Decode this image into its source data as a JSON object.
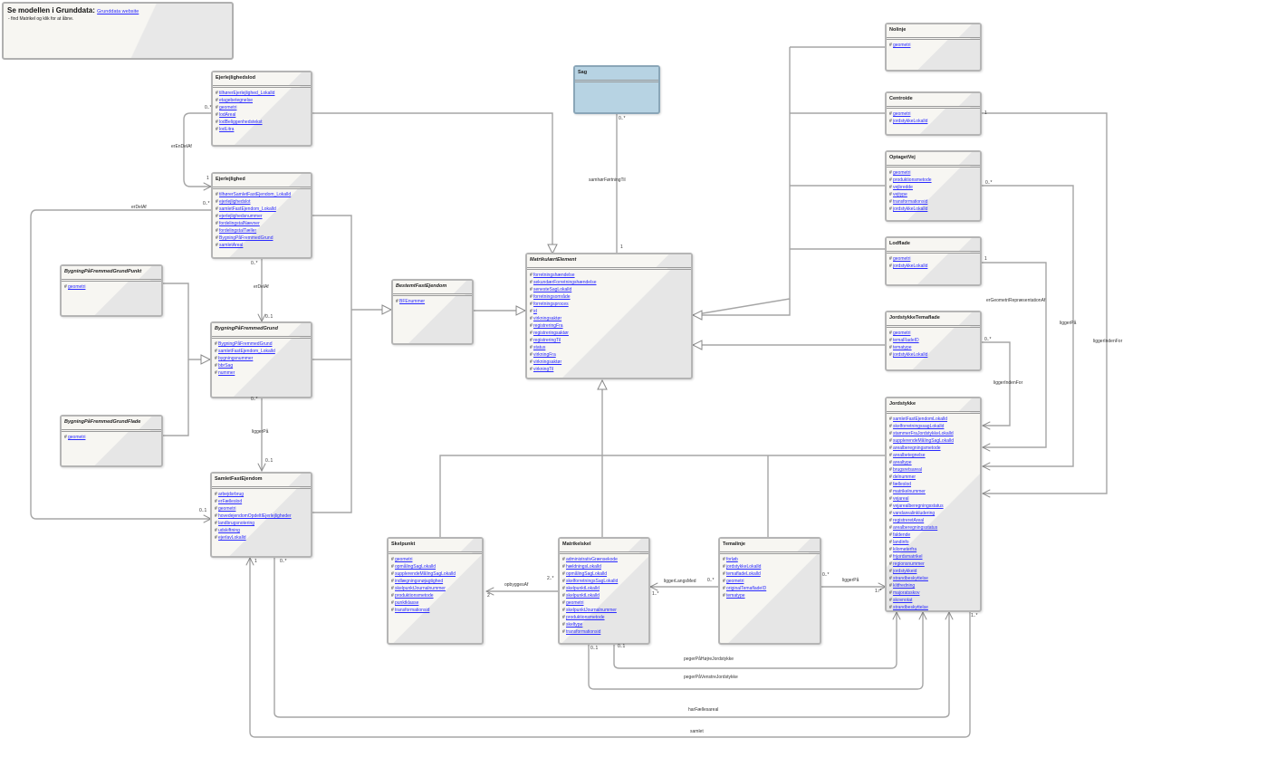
{
  "note": {
    "title": "Se modellen i Grunddata:",
    "link": "Grunddata website",
    "instruction": "- find Matrikel og klik for at åbne."
  },
  "classes": {
    "ejerlejlighedslod": {
      "name": "Ejerlejlighedslod",
      "attrs": [
        "tilhørerEjerlejlighed_Lokalld",
        "etagebetegnelse",
        "geometri",
        "lodAreal",
        "lodBeliggenhedstekst",
        "lodLitra"
      ]
    },
    "ejerlejlighed": {
      "name": "Ejerlejlighed",
      "attrs": [
        "tilhørerSamletFastEjendom_Lokalld",
        "ejerlejlighedslot",
        "samletFastEjendom_Lokalld",
        "ejerlejlighedsnummer",
        "fordelingstalNævner",
        "fordelingstalTæller",
        "BygningPåFremmedGrund",
        "samletAreal"
      ]
    },
    "bygningPunkt": {
      "name": "BygningPåFremmedGrundPunkt",
      "attrs": [
        "geometri"
      ]
    },
    "bygningFlade": {
      "name": "BygningPåFremmedGrundFlade",
      "attrs": [
        "geometri"
      ]
    },
    "bygningGrund": {
      "name": "BygningPåFremmedGrund",
      "attrs": [
        "BygningPåFremmedGrund",
        "samletFastEjendom_Lokalld",
        "bygningsnummer",
        "bbrSag",
        "nummer"
      ]
    },
    "samletFastEjendom": {
      "name": "SamletFastEjendom",
      "attrs": [
        "arbejdsrbrug",
        "erFælleslod",
        "geometri",
        "hovedejendomOpdeltIEjerlejligheder",
        "landbrugsnotering",
        "udskiftning",
        "ejerlavLokalld"
      ]
    },
    "bestemtFastEjendom": {
      "name": "BestemtFastEjendom",
      "attrs": [
        "BFEnummer"
      ]
    },
    "sag": {
      "name": "Sag",
      "attrs": []
    },
    "matrikulaertElement": {
      "name": "MatrikulærtElement",
      "attrs": [
        "forretningshændelse",
        "sekundærForretningshændelse",
        "senesteSagLokalld",
        "forretningsområde",
        "forretningsproces",
        "id",
        "virkningsaktør",
        "registreringFra",
        "registreringsaktør",
        "registreringTil",
        "status",
        "virkningFra",
        "virkningsaktør",
        "virkningTil"
      ]
    },
    "skelpunkt": {
      "name": "Skelpunkt",
      "attrs": [
        "geometri",
        "opmålingSagLokalld",
        "supplerendeMålingSagLokalld",
        "indlægningsnøjagtighed",
        "skelpunktJournalnummer",
        "produktionsmetode",
        "punktklasse",
        "transformationsid"
      ]
    },
    "matrikelskel": {
      "name": "Matrikelskel",
      "attrs": [
        "administrativGrænsekode",
        "hældningsLokalld",
        "opmålingSagLokalld",
        "skelforretningsSagLokalld",
        "skelpunktLokalld",
        "skelpunktLokalld",
        "geometri",
        "skelpunktJournalnummer",
        "produktionsmetode",
        "skeltype",
        "transformationsid"
      ]
    },
    "temalinje": {
      "name": "Temalinje",
      "attrs": [
        "forløb",
        "jordstykkeLokalld",
        "temafladeLokalld",
        "geometri",
        "originalTemafladeID",
        "tematype"
      ]
    },
    "noflinje": {
      "name": "Nolinje",
      "attrs": [
        "geometri"
      ]
    },
    "centroide": {
      "name": "Centroide",
      "attrs": [
        "geometri",
        "jordstykkeLokalld"
      ]
    },
    "optagetVej": {
      "name": "OptagetVej",
      "attrs": [
        "geometri",
        "produktionsmetode",
        "vejbredde",
        "vejtype",
        "transformationsid",
        "jordstykkeLokalld"
      ]
    },
    "lodflade": {
      "name": "Lodflade",
      "attrs": [
        "geometri",
        "jordstykkeLokalld"
      ]
    },
    "jordstykkeTemaflade": {
      "name": "JordstykkeTemaflade",
      "attrs": [
        "geometri",
        "temaFladeID",
        "tematype",
        "jordstykkeLokalld"
      ]
    },
    "jordstykke": {
      "name": "Jordstykke",
      "attrs": [
        "samletFastEjendomLokalld",
        "skelforretningssagLokalld",
        "stammerFraJordstykkeLokalld",
        "supplerendeMålingSagLokalld",
        "arealberegningsmetode",
        "arealbetegnelse",
        "arealtype",
        "brugsretsareal",
        "delnummer",
        "fælleslod",
        "matrikelnummer",
        "vejareal",
        "vejarealberegningsstatus",
        "vandarealinkludering",
        "registreretAreal",
        "arealberegningsstatus",
        "faldende",
        "landinfo",
        "kilometerfra",
        "frijordsmatrikel",
        "regionsnummer",
        "jordstykkeid",
        "strandbeskyttelse",
        "klitfredning",
        "majoratsskov",
        "skovnotat",
        "strandbeskyttelse"
      ]
    }
  },
  "associations": {
    "erEnDelAf_top": "erEnDelAf",
    "erDelAf_left": "erDelAf",
    "erDelAf_mid": "erDelAf",
    "liggerPaa_left": "liggerPå",
    "samhaengendeSag": "samhørFørtningTil",
    "opbygges": "opbyggesAf",
    "liggerLangsMed": "liggerLangsMed",
    "liggerPaa_bottom": "liggerPå",
    "pegerPaaHaeldning": "pegerPåHøjreJordstykke",
    "pegerPaaVenstre": "pegerPåVenstreJordstykke",
    "harFaellesareal": "harFællesareal",
    "samlet": "samlet",
    "erGeometri": "erGeometriRepræsentationAf",
    "liggerPaa_right": "liggerPå",
    "liggerIndenFor_right": "liggerIndenFor",
    "liggerIndenFor_mid": "liggerIndenFor"
  },
  "multiplicities": {
    "m01": "0..*",
    "m1": "1",
    "m0n": "0..*",
    "m01b": "0..1",
    "m2n": "2..*",
    "m2": "2",
    "m1n": "1..*"
  },
  "colors": {
    "border": "#b5b5b5",
    "link": "#2a2aff",
    "sagFill": "#b7d3e3",
    "line": "#a6a6a6"
  }
}
